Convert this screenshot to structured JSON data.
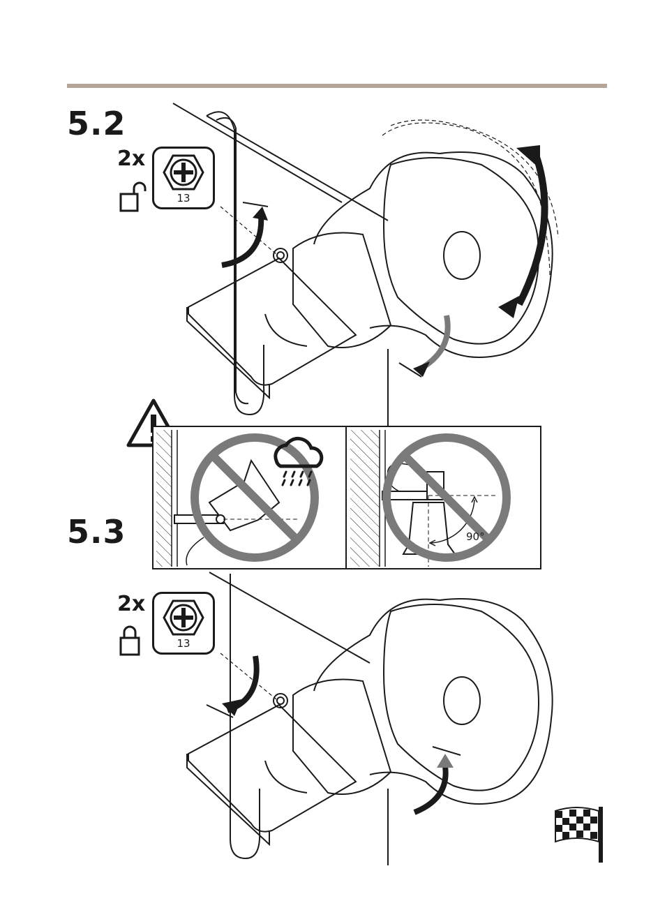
{
  "steps": [
    {
      "number": "5.2",
      "quantity": "2x",
      "tool_size": "13",
      "lock_state": "unlocked",
      "icons": [
        "hex-bolt-phillips-icon",
        "unlocked-padlock-icon",
        "rotate-arrow-icon"
      ]
    },
    {
      "number": "5.3",
      "quantity": "2x",
      "tool_size": "13",
      "lock_state": "locked",
      "icons": [
        "hex-bolt-phillips-icon",
        "locked-padlock-icon",
        "rotate-arrow-icon"
      ]
    }
  ],
  "warning": {
    "icon": "warning-triangle-icon",
    "panels": [
      {
        "icon": "rain-cloud-icon",
        "prohibited": true
      },
      {
        "angle_label": "90°",
        "prohibited": true
      }
    ]
  },
  "finish_icon": "checkered-flag-icon",
  "colors": {
    "rule": "#b4a596",
    "ink": "#1a1a1a",
    "prohibition": "#7a7a7a"
  }
}
